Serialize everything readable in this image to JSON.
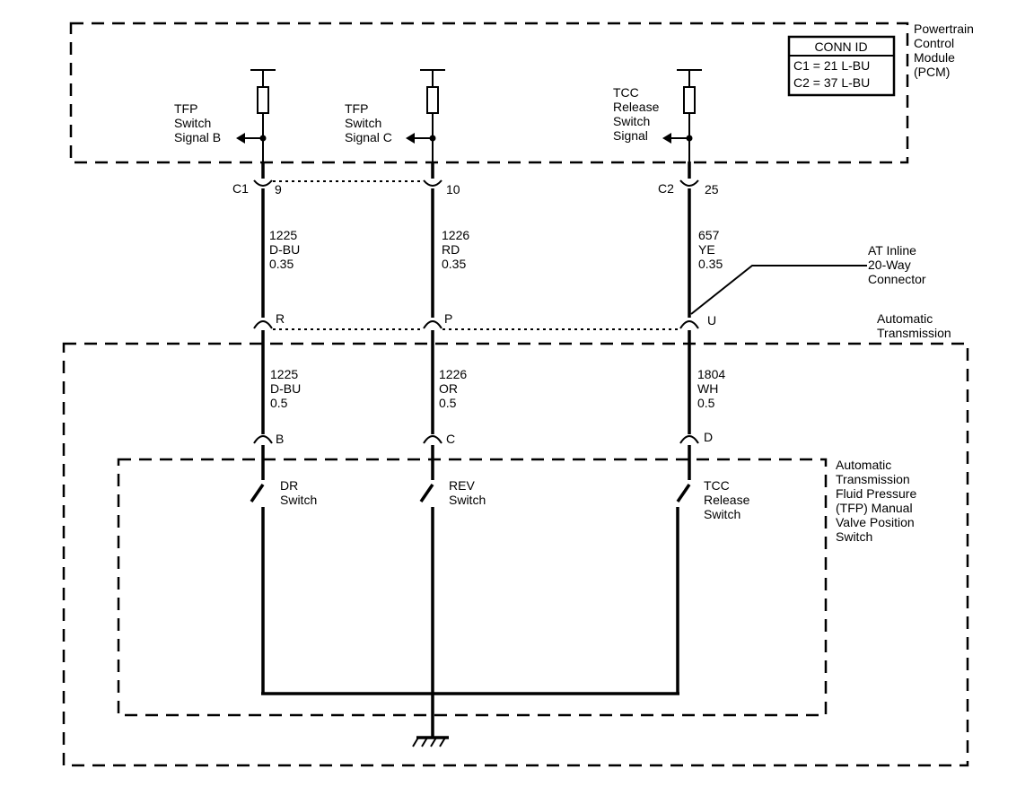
{
  "pcm": {
    "name_lines": [
      "Powertrain",
      "Control",
      "Module",
      "(PCM)"
    ],
    "conn_id": {
      "header": "CONN ID",
      "rows": [
        "C1 = 21 L-BU",
        "C2 = 37 L-BU"
      ]
    },
    "signals": [
      {
        "lines": [
          "TFP",
          "Switch",
          "Signal B"
        ]
      },
      {
        "lines": [
          "TFP",
          "Switch",
          "Signal C"
        ]
      },
      {
        "lines": [
          "TCC",
          "Release",
          "Switch",
          "Signal"
        ]
      }
    ]
  },
  "pcm_connectors": [
    {
      "conn": "C1",
      "pin": "9"
    },
    {
      "conn": "",
      "pin": "10"
    },
    {
      "conn": "C2",
      "pin": "25"
    }
  ],
  "upper_wires": [
    {
      "lines": [
        "1225",
        "D-BU",
        "0.35"
      ]
    },
    {
      "lines": [
        "1226",
        "RD",
        "0.35"
      ]
    },
    {
      "lines": [
        "657",
        "YE",
        "0.35"
      ]
    }
  ],
  "inline_connector": {
    "label_lines": [
      "AT Inline",
      "20-Way",
      "Connector"
    ],
    "pins": [
      "R",
      "P",
      "U"
    ]
  },
  "transmission": {
    "label_lines": [
      "Automatic",
      "Transmission"
    ]
  },
  "lower_wires": [
    {
      "lines": [
        "1225",
        "D-BU",
        "0.5"
      ]
    },
    {
      "lines": [
        "1226",
        "OR",
        "0.5"
      ]
    },
    {
      "lines": [
        "1804",
        "WH",
        "0.5"
      ]
    }
  ],
  "switch_pins": [
    "B",
    "C",
    "D"
  ],
  "switches": [
    {
      "lines": [
        "DR",
        "Switch"
      ]
    },
    {
      "lines": [
        "REV",
        "Switch"
      ]
    },
    {
      "lines": [
        "TCC",
        "Release",
        "Switch"
      ]
    }
  ],
  "tfp_switch": {
    "label_lines": [
      "Automatic",
      "Transmission",
      "Fluid Pressure",
      "(TFP) Manual",
      "Valve Position",
      "Switch"
    ]
  }
}
